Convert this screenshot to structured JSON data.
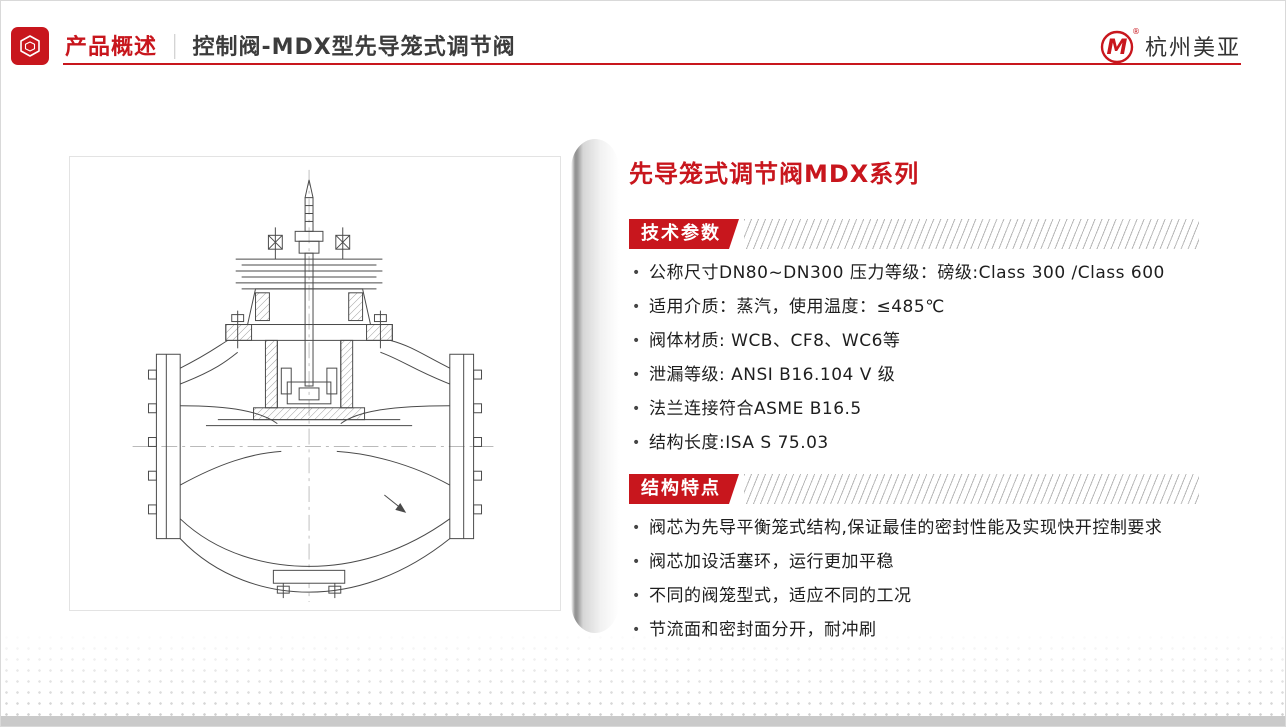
{
  "header": {
    "section": "产品概述",
    "divider": "|",
    "title": "控制阀-MDX型先导笼式调节阀",
    "brand": "杭州美亚",
    "logo_letter": "M",
    "logo_reg": "®"
  },
  "panel": {
    "title": "先导笼式调节阀MDX系列",
    "sections": [
      {
        "badge": "技术参数",
        "items": [
          "公称尺寸DN80~DN300  压力等级：磅级:Class 300 /Class 600",
          "适用介质：蒸汽，使用温度：≤485℃",
          "阀体材质: WCB、CF8、WC6等",
          "泄漏等级: ANSI B16.104 V 级",
          "法兰连接符合ASME B16.5",
          "结构长度:ISA S 75.03"
        ]
      },
      {
        "badge": "结构特点",
        "items": [
          "阀芯为先导平衡笼式结构,保证最佳的密封性能及实现快开控制要求",
          "阀芯加设活塞环，运行更加平稳",
          "不同的阀笼型式，适应不同的工况",
          "节流面和密封面分开，耐冲刷"
        ]
      }
    ]
  },
  "icons": {
    "header_icon": "box-hexagon-icon",
    "brand_logo": "m-circle-logo-icon"
  },
  "colors": {
    "accent": "#c8161d",
    "text": "#1e1e1e",
    "hatch": "#b7b7b7"
  }
}
